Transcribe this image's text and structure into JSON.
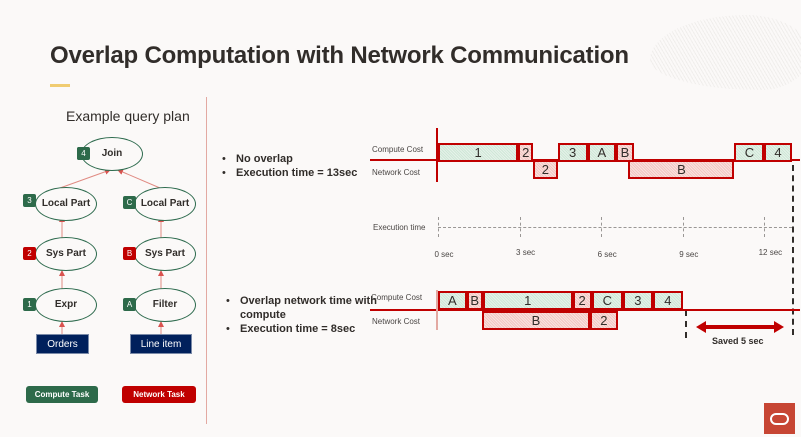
{
  "slide": {
    "title": "Overlap Computation with Network Communication",
    "accent_color": "#f0cc71"
  },
  "query_plan": {
    "title": "Example query plan",
    "nodes": [
      {
        "id": "join",
        "label": "Join",
        "badge": "4",
        "badge_type": "compute"
      },
      {
        "id": "local-part-left",
        "label": "Local Part",
        "badge": "3",
        "badge_type": "compute"
      },
      {
        "id": "local-part-right",
        "label": "Local Part",
        "badge": "C",
        "badge_type": "compute"
      },
      {
        "id": "sys-part-left",
        "label": "Sys Part",
        "badge": "2",
        "badge_type": "network"
      },
      {
        "id": "sys-part-right",
        "label": "Sys Part",
        "badge": "B",
        "badge_type": "network"
      },
      {
        "id": "expr",
        "label": "Expr",
        "badge": "1",
        "badge_type": "compute"
      },
      {
        "id": "filter",
        "label": "Filter",
        "badge": "A",
        "badge_type": "compute"
      }
    ],
    "sources": [
      "Orders",
      "Line item"
    ],
    "legend": {
      "compute": {
        "label": "Compute Task",
        "color": "#2d6a4a"
      },
      "network": {
        "label": "Network Task",
        "color": "#c00000"
      }
    }
  },
  "no_overlap": {
    "bullets": [
      "No overlap",
      "Execution time = 13sec"
    ],
    "compute_label": "Compute Cost",
    "network_label": "Network Cost",
    "compute_tasks": [
      {
        "label": "1",
        "start": 0,
        "end": 2.95,
        "kind": "compute"
      },
      {
        "label": "2",
        "start": 2.95,
        "end": 3.5,
        "kind": "network"
      },
      {
        "label": "3",
        "start": 4.4,
        "end": 5.5,
        "kind": "compute"
      },
      {
        "label": "A",
        "start": 5.5,
        "end": 6.55,
        "kind": "compute"
      },
      {
        "label": "B",
        "start": 6.55,
        "end": 7.2,
        "kind": "network"
      },
      {
        "label": "C",
        "start": 10.9,
        "end": 12.0,
        "kind": "compute"
      },
      {
        "label": "4",
        "start": 12.0,
        "end": 13.0,
        "kind": "compute"
      }
    ],
    "network_tasks": [
      {
        "label": "2",
        "start": 3.5,
        "end": 4.4
      },
      {
        "label": "B",
        "start": 7.0,
        "end": 10.9
      }
    ]
  },
  "execution_time_axis": {
    "label": "Execution time",
    "ticks": [
      {
        "value": 0,
        "label": "0 sec"
      },
      {
        "value": 3,
        "label": "3 sec"
      },
      {
        "value": 6,
        "label": "6 sec"
      },
      {
        "value": 9,
        "label": "9 sec"
      },
      {
        "value": 12,
        "label": "12 sec"
      }
    ]
  },
  "overlap": {
    "bullets": [
      "Overlap network time with compute",
      "Execution time = 8sec"
    ],
    "compute_label": "Compute Cost",
    "network_label": "Network Cost",
    "compute_tasks": [
      {
        "label": "A",
        "start": 0,
        "end": 1.05,
        "kind": "compute"
      },
      {
        "label": "B",
        "start": 1.05,
        "end": 1.65,
        "kind": "network"
      },
      {
        "label": "1",
        "start": 1.65,
        "end": 4.95,
        "kind": "compute"
      },
      {
        "label": "2",
        "start": 4.95,
        "end": 5.65,
        "kind": "network"
      },
      {
        "label": "C",
        "start": 5.65,
        "end": 6.8,
        "kind": "compute"
      },
      {
        "label": "3",
        "start": 6.8,
        "end": 7.9,
        "kind": "compute"
      },
      {
        "label": "4",
        "start": 7.9,
        "end": 9.0,
        "kind": "compute"
      }
    ],
    "network_tasks": [
      {
        "label": "B",
        "start": 1.6,
        "end": 5.6
      },
      {
        "label": "2",
        "start": 5.6,
        "end": 6.6
      }
    ],
    "saved_label": "Saved 5 sec"
  },
  "colors": {
    "compute_fill": "#d9ede0",
    "network_fill": "#f5d3cf",
    "border": "#c00000"
  }
}
